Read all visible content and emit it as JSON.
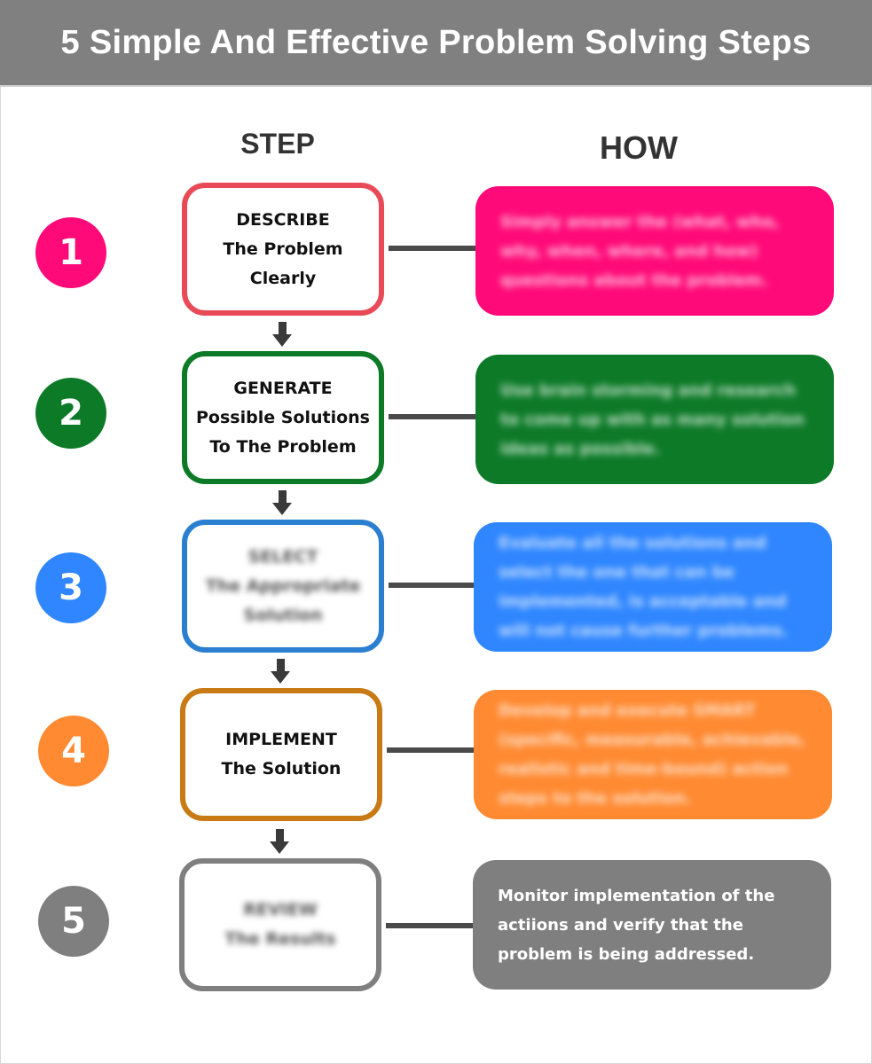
{
  "header": {
    "title": "5 Simple And Effective Problem Solving Steps"
  },
  "columns": {
    "step": "STEP",
    "how": "HOW"
  },
  "colors": {
    "header_bg": "#808080",
    "step1": "#ff0a78",
    "step1_border": "#e84a57",
    "step2": "#0d7a28",
    "step2_border": "#0d7a28",
    "step3": "#2f86ff",
    "step3_border": "#2a7fd0",
    "step4": "#ff8a32",
    "step4_border": "#c87a14",
    "step5": "#7f7f7f",
    "step5_border": "#7f7f7f"
  },
  "steps": [
    {
      "number": "1",
      "title": "DESCRIBE",
      "line1": "The Problem",
      "line2": "Clearly",
      "how": "Simply answer the (what, who, why, when, where, and how) questions about the problem."
    },
    {
      "number": "2",
      "title": "GENERATE",
      "line1": "Possible Solutions",
      "line2": "To The Problem",
      "how": "Use brain storming and research to come up with as many solution ideas as possible."
    },
    {
      "number": "3",
      "title": "SELECT",
      "line1": "The Appropriate",
      "line2": "Solution",
      "how": "Evaluate all the solutions and select the one that can be implemented, is acceptable and will not cause further problems."
    },
    {
      "number": "4",
      "title": "IMPLEMENT",
      "line1": "The Solution",
      "line2": "",
      "how": "Develop and execute SMART (specific, measurable, achievable, realistic and time-bound) action steps to the solution."
    },
    {
      "number": "5",
      "title": "REVIEW",
      "line1": "The Results",
      "line2": "",
      "how": "Monitor implementation of the actiions and verify that the problem is being addressed."
    }
  ]
}
